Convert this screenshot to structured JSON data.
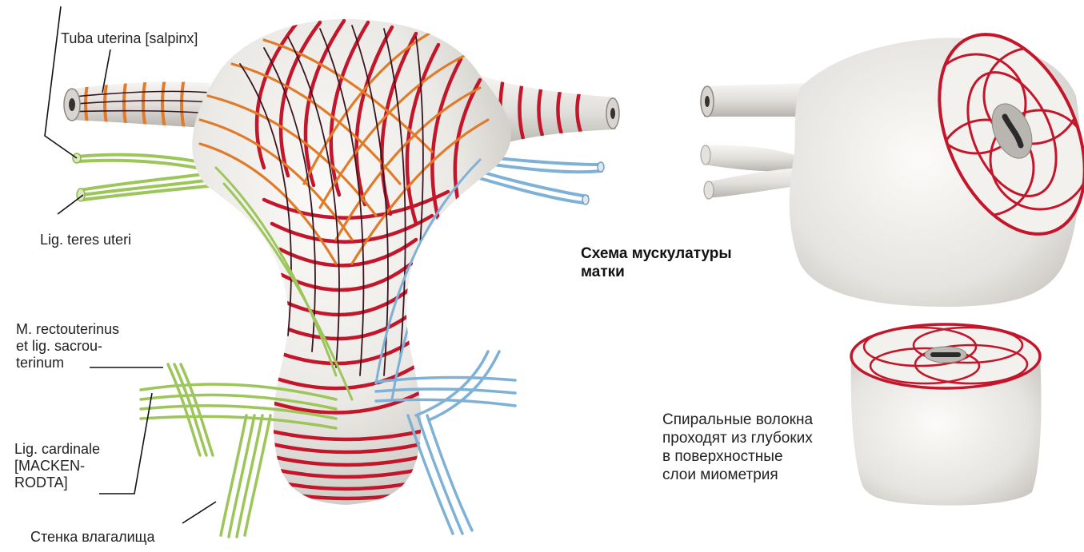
{
  "labels": {
    "tuba_uterina": "Tuba uterina [salpinx]",
    "lig_teres": "Lig. teres uteri",
    "m_rectouterinus": [
      "M. rectouterinus",
      "et lig. sacrou-",
      "terinum"
    ],
    "lig_cardinale": [
      "Lig. cardinale",
      "[MACKEN-",
      "RODTA]"
    ],
    "vagina_wall": "Стенка влагалища"
  },
  "caption": [
    "Схема мускулатуры",
    "матки"
  ],
  "note": [
    "Спиральные волокна",
    "проходят из глубоких",
    "в поверхностные",
    "слои миометрия"
  ],
  "colors": {
    "background": "#ffffff",
    "organ_fill": "#e9e7e3",
    "circular_fibers": "#c4162b",
    "oblique_fibers": "#e07b2a",
    "longitudinal_fibers": "#3a1420",
    "ligament_green": "#8dbb4a",
    "ligament_blue": "#6fa0c8",
    "text": "#222222"
  }
}
